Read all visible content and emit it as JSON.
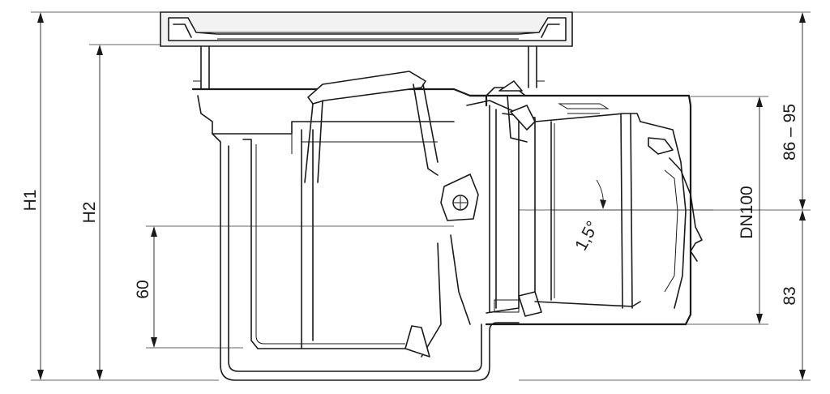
{
  "dimensions": {
    "h1": "H1",
    "h2": "H2",
    "water_seal": "60",
    "outlet_upper": "86 – 95",
    "outlet_diameter": "DN100",
    "outlet_lower": "83",
    "slope": "1,5°"
  }
}
